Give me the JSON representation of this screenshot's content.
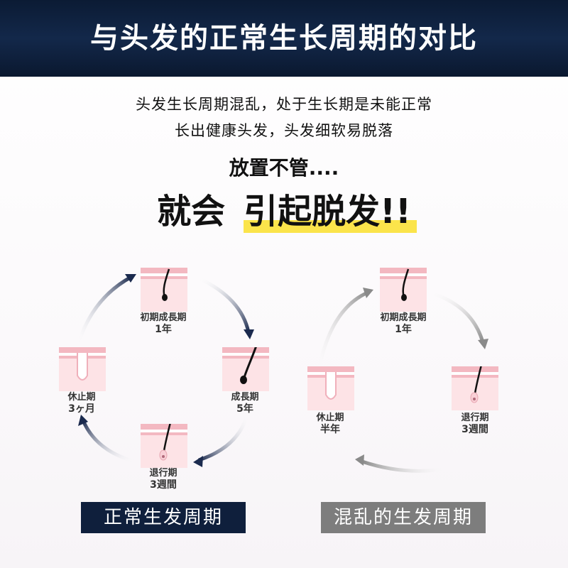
{
  "header": {
    "title": "与头发的正常生长周期的对比"
  },
  "intro": {
    "line1": "头发生长周期混乱，处于生长期是未能正常",
    "line2": "长出健康头发，头发细软易脱落",
    "ignore": "放置不管....",
    "headline_a": "就会",
    "headline_b": "引起脱发!!"
  },
  "normal_cycle": {
    "caption": "正常生发周期",
    "stages": [
      {
        "name": "初期成長期",
        "duration": "1年",
        "icon": "early-growth-hair-icon"
      },
      {
        "name": "成長期",
        "duration": "5年",
        "icon": "growth-hair-icon"
      },
      {
        "name": "退行期",
        "duration": "3週間",
        "icon": "regression-hair-icon"
      },
      {
        "name": "休止期",
        "duration": "3ヶ月",
        "icon": "resting-follicle-icon"
      }
    ],
    "arrow_color": "#1b2a4e"
  },
  "disordered_cycle": {
    "caption": "混乱的生发周期",
    "stages": [
      {
        "name": "初期成長期",
        "duration": "1年",
        "icon": "early-growth-hair-icon"
      },
      {
        "name": "退行期",
        "duration": "3週間",
        "icon": "regression-hair-icon"
      },
      {
        "name": "休止期",
        "duration": "半年",
        "icon": "resting-follicle-icon"
      }
    ],
    "arrow_color": "#9a9a9a"
  },
  "colors": {
    "header_bg": "#0f2140",
    "highlight": "#fbe44b",
    "skin_pink": "#f7c9cf",
    "caption_left_bg": "#0f1f3c",
    "caption_right_bg": "#7d7d7d"
  }
}
